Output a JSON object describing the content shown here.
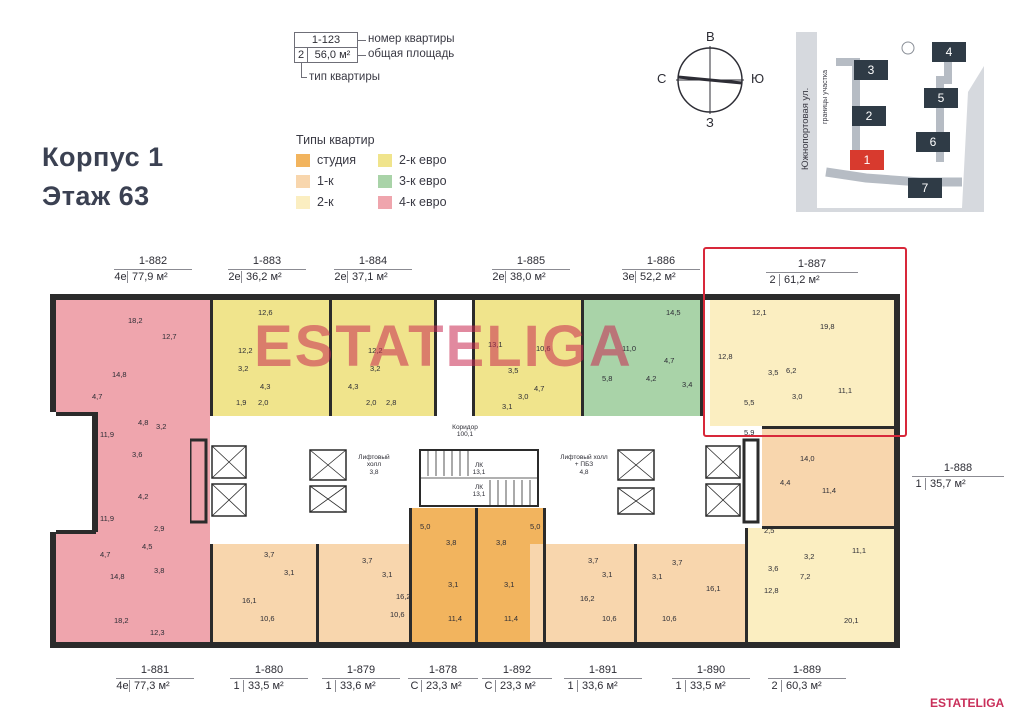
{
  "header": {
    "building": "Корпус 1",
    "floor": "Этаж 63"
  },
  "key": {
    "sample_number": "1-123",
    "sample_type": "2",
    "sample_area": "56,0 м²",
    "number_caption": "номер квартиры",
    "area_caption": "общая площадь",
    "type_caption": "тип квартиры"
  },
  "legend": {
    "title": "Типы квартир",
    "items": [
      {
        "label": "студия",
        "color": "#f2b45e"
      },
      {
        "label": "1-к",
        "color": "#f8d6ad"
      },
      {
        "label": "2-к",
        "color": "#fbeec1"
      },
      {
        "label": "2-к евро",
        "color": "#f0e48c"
      },
      {
        "label": "3-к евро",
        "color": "#a9d3a8"
      },
      {
        "label": "4-к евро",
        "color": "#efa5ad"
      }
    ]
  },
  "compass": {
    "n": "В",
    "s": "З",
    "w": "С",
    "e": "Ю"
  },
  "site_map": {
    "street": "Южнопортовая ул.",
    "boundary": "границы участка",
    "buildings": [
      "1",
      "2",
      "3",
      "4",
      "5",
      "6",
      "7"
    ],
    "active_building": "1"
  },
  "apartments_top": [
    {
      "number": "1-882",
      "type": "4е",
      "area": "77,9 м²"
    },
    {
      "number": "1-883",
      "type": "2е",
      "area": "36,2 м²"
    },
    {
      "number": "1-884",
      "type": "2е",
      "area": "37,1 м²"
    },
    {
      "number": "1-885",
      "type": "2е",
      "area": "38,0 м²"
    },
    {
      "number": "1-886",
      "type": "3е",
      "area": "52,2 м²"
    },
    {
      "number": "1-887",
      "type": "2",
      "area": "61,2 м²"
    }
  ],
  "apartment_right": {
    "number": "1-888",
    "type": "1",
    "area": "35,7 м²"
  },
  "apartments_bottom": [
    {
      "number": "1-881",
      "type": "4е",
      "area": "77,3 м²"
    },
    {
      "number": "1-880",
      "type": "1",
      "area": "33,5 м²"
    },
    {
      "number": "1-879",
      "type": "1",
      "area": "33,6 м²"
    },
    {
      "number": "1-878",
      "type": "С",
      "area": "23,3 м²"
    },
    {
      "number": "1-892",
      "type": "С",
      "area": "23,3 м²"
    },
    {
      "number": "1-891",
      "type": "1",
      "area": "33,6 м²"
    },
    {
      "number": "1-890",
      "type": "1",
      "area": "33,5 м²"
    },
    {
      "number": "1-889",
      "type": "2",
      "area": "60,3 м²"
    }
  ],
  "plan": {
    "corridor_label": "Коридор",
    "corridor_area": "100,1",
    "lift_hall_left": "Лифтовый холл",
    "lift_hall_left_area": "3,8",
    "lift_hall_right": "Лифтовый холл + ПБЗ",
    "lift_hall_right_area": "4,8",
    "stair_1": "ЛК",
    "stair_1_area": "13,1",
    "stair_2": "ЛК",
    "stair_2_area": "13,1",
    "room_areas": [
      "18,2",
      "12,7",
      "14,8",
      "4,7",
      "4,8",
      "3,2",
      "11,9",
      "3,6",
      "4,2",
      "11,9",
      "2,9",
      "4,7",
      "14,8",
      "4,5",
      "3,8",
      "18,2",
      "12,3",
      "12,6",
      "12,2",
      "3,2",
      "4,3",
      "1,9",
      "2,0",
      "12,2",
      "3,2",
      "4,3",
      "2,0",
      "2,8",
      "13,1",
      "3,5",
      "10,6",
      "3,0",
      "4,7",
      "3,1",
      "11,0",
      "14,5",
      "5,8",
      "4,2",
      "4,7",
      "3,4",
      "12,1",
      "19,8",
      "12,8",
      "3,5",
      "6,2",
      "11,1",
      "5,5",
      "3,0",
      "5,9",
      "14,0",
      "4,4",
      "11,4",
      "2,5",
      "3,2",
      "11,1",
      "3,6",
      "7,2",
      "12,8",
      "20,1",
      "3,7",
      "3,1",
      "16,1",
      "10,6",
      "3,7",
      "3,1",
      "10,6",
      "16,2",
      "5,0",
      "3,8",
      "3,1",
      "11,4",
      "3,8",
      "5,0",
      "3,1",
      "11,4",
      "3,7",
      "3,1",
      "16,2",
      "10,6",
      "3,7",
      "3,1",
      "10,6",
      "16,1"
    ]
  },
  "watermark": "ESTATELIGA",
  "footer_logo": "ESTATELIGA"
}
